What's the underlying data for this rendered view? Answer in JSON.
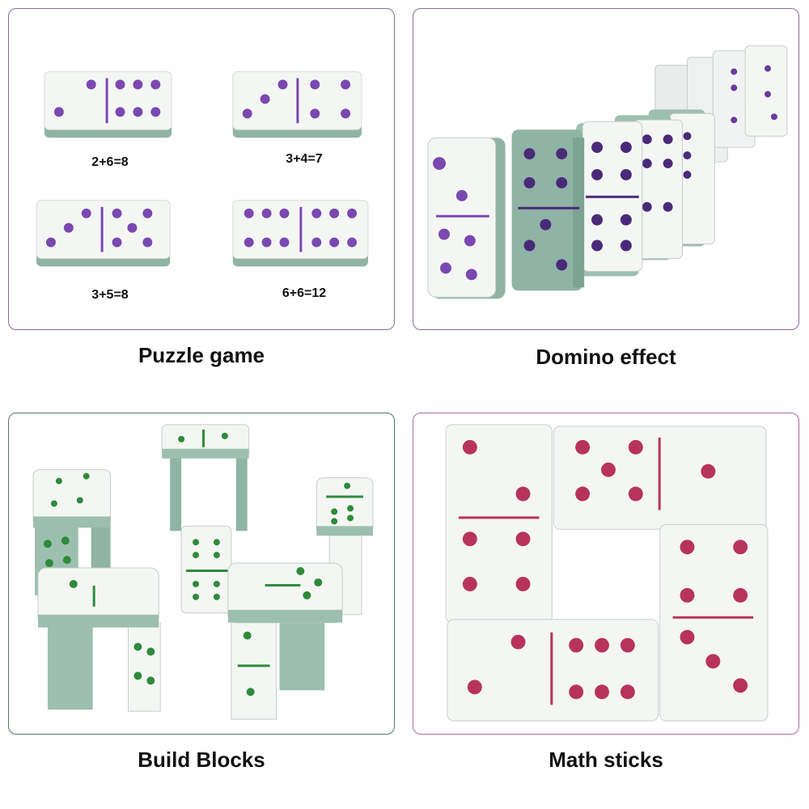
{
  "panels": {
    "puzzle": {
      "caption": "Puzzle game",
      "equations": [
        "2+6=8",
        "3+4=7",
        "3+5=8",
        "6+6=12"
      ]
    },
    "effect": {
      "caption": "Domino effect"
    },
    "blocks": {
      "caption": "Build Blocks"
    },
    "math": {
      "caption": "Math sticks"
    }
  },
  "colors": {
    "pip_purple": "#7a48b0",
    "pip_green": "#2f8a3a",
    "pip_red": "#b8335a",
    "tile_white": "#f4f6f4",
    "tile_jade": "#9cbfb0"
  }
}
